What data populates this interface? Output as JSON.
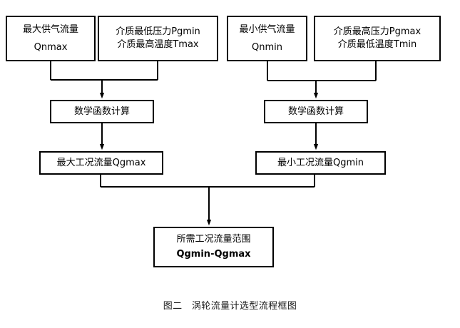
{
  "figure": {
    "caption": "图二　涡轮流量计选型流程框图",
    "colors": {
      "background": "#ffffff",
      "stroke": "#000000",
      "text": "#000000"
    }
  },
  "nodes": {
    "max_supply_flow": {
      "line1": "最大供气流量",
      "line2": "Qnmax"
    },
    "min_pressure_max_temp": {
      "line1": "介质最低压力Pgmin",
      "line2": "介质最高温度Tmax"
    },
    "min_supply_flow": {
      "line1": "最小供气流量",
      "line2": "Qnmin"
    },
    "max_pressure_min_temp": {
      "line1": "介质最高压力Pgmax",
      "line2": "介质最低温度Tmin"
    },
    "math_calc_left": {
      "line1": "数学函数计算"
    },
    "math_calc_right": {
      "line1": "数学函数计算"
    },
    "result_max": {
      "line1": "最大工况流量Qgmax"
    },
    "result_min": {
      "line1": "最小工况流量Qgmin"
    },
    "final_range": {
      "line1": "所需工况流量范围",
      "line2": "Qgmin-Qgmax"
    }
  },
  "chart_data": {
    "type": "diagram",
    "title": "图二　涡轮流量计选型流程框图",
    "flow": [
      {
        "from": [
          "最大供气流量 Qnmax",
          "介质最低压力Pgmin / 介质最高温度Tmax"
        ],
        "to": "数学函数计算"
      },
      {
        "from": [
          "数学函数计算"
        ],
        "to": "最大工况流量Qgmax"
      },
      {
        "from": [
          "最小供气流量 Qnmin",
          "介质最高压力Pgmax / 介质最低温度Tmin"
        ],
        "to": "数学函数计算"
      },
      {
        "from": [
          "数学函数计算"
        ],
        "to": "最小工况流量Qgmin"
      },
      {
        "from": [
          "最大工况流量Qgmax",
          "最小工况流量Qgmin"
        ],
        "to": "所需工况流量范围 Qgmin-Qgmax"
      }
    ]
  }
}
